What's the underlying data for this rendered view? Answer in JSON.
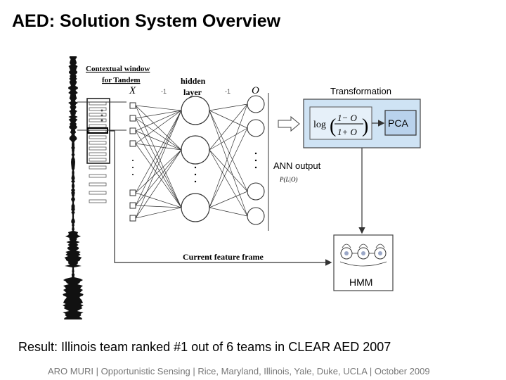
{
  "slide": {
    "title": "AED: Solution System Overview",
    "result": "Result: Illinois team ranked #1 out of 6 teams in CLEAR AED 2007",
    "footer": "ARO MURI | Opportunistic Sensing | Rice, Maryland, Illinois, Yale, Duke, UCLA | October 2009"
  },
  "diagram": {
    "context_window_label_line1": "Contextual window",
    "context_window_label_line2": "for Tandem",
    "input_symbol": "X",
    "hidden_layer_line1": "hidden",
    "hidden_layer_line2": "layer",
    "output_symbol": "O",
    "minus_one_a": "-1",
    "minus_one_b": "-1",
    "ann_output_label": "ANN output",
    "posterior_label": "P(L|O)",
    "transformation_label": "Transformation",
    "log_label": "log",
    "fraction_numerator": "1− O",
    "fraction_denominator": "1+ O",
    "pca_label": "PCA",
    "current_feature_frame_label": "Current feature frame",
    "hmm_label": "HMM",
    "accent_colors": {
      "transformation_box": "#cfe3f4",
      "pca_box": "#b9d2ec",
      "hmm_box": "#ffffff"
    }
  }
}
